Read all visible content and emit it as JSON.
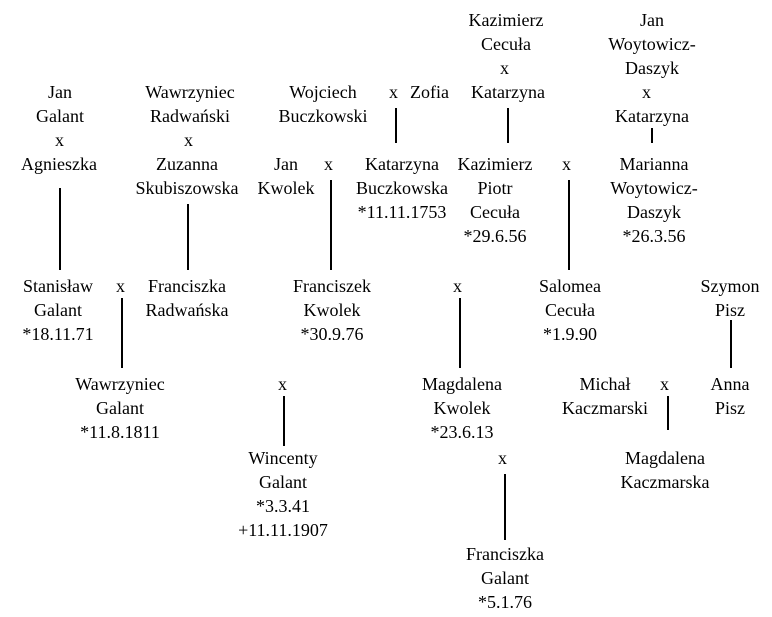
{
  "people": {
    "kazimierz_cecula_sr": [
      "Kazimierz",
      "Cecuła"
    ],
    "jan_woytowicz_daszyk": [
      "Jan",
      "Woytowicz-",
      "Daszyk"
    ],
    "jan_galant": [
      "Jan",
      "Galant"
    ],
    "wawrzyniec_radwanski": [
      "Wawrzyniec",
      "Radwański"
    ],
    "wojciech_buczkowski": [
      "Wojciech",
      "Buczkowski"
    ],
    "zofia": [
      "Zofia"
    ],
    "katarzyna_1": [
      "Katarzyna"
    ],
    "katarzyna_2": [
      "Katarzyna"
    ],
    "agnieszka": [
      "Agnieszka"
    ],
    "zuzanna_skubiszowska": [
      "Zuzanna",
      "Skubiszowska"
    ],
    "jan_kwolek": [
      "Jan",
      "Kwolek"
    ],
    "katarzyna_buczkowska": [
      "Katarzyna",
      "Buczkowska",
      "*11.11.1753"
    ],
    "kazimierz_piotr_cecula": [
      "Kazimierz",
      "Piotr",
      "Cecuła",
      "*29.6.56"
    ],
    "marianna_woytowicz_daszyk": [
      "Marianna",
      "Woytowicz-",
      "Daszyk",
      "*26.3.56"
    ],
    "stanislaw_galant": [
      "Stanisław",
      "Galant",
      "*18.11.71"
    ],
    "franciszka_radwanska": [
      "Franciszka",
      "Radwańska"
    ],
    "franciszek_kwolek": [
      "Franciszek",
      "Kwolek",
      "*30.9.76"
    ],
    "salomea_cecula": [
      "Salomea",
      "Cecuła",
      "*1.9.90"
    ],
    "szymon_pisz": [
      "Szymon",
      "Pisz"
    ],
    "wawrzyniec_galant": [
      "Wawrzyniec",
      "Galant",
      "*11.8.1811"
    ],
    "magdalena_kwolek": [
      "Magdalena",
      "Kwolek",
      "*23.6.13"
    ],
    "michal_kaczmarski": [
      "Michał",
      "Kaczmarski"
    ],
    "anna_pisz": [
      "Anna",
      "Pisz"
    ],
    "wincenty_galant": [
      "Wincenty",
      "Galant",
      "*3.3.41",
      "+11.11.1907"
    ],
    "magdalena_kaczmarska": [
      "Magdalena",
      "Kaczmarska"
    ],
    "franciszka_galant": [
      "Franciszka",
      "Galant",
      "*5.1.76"
    ]
  },
  "marriage_symbol": "x"
}
